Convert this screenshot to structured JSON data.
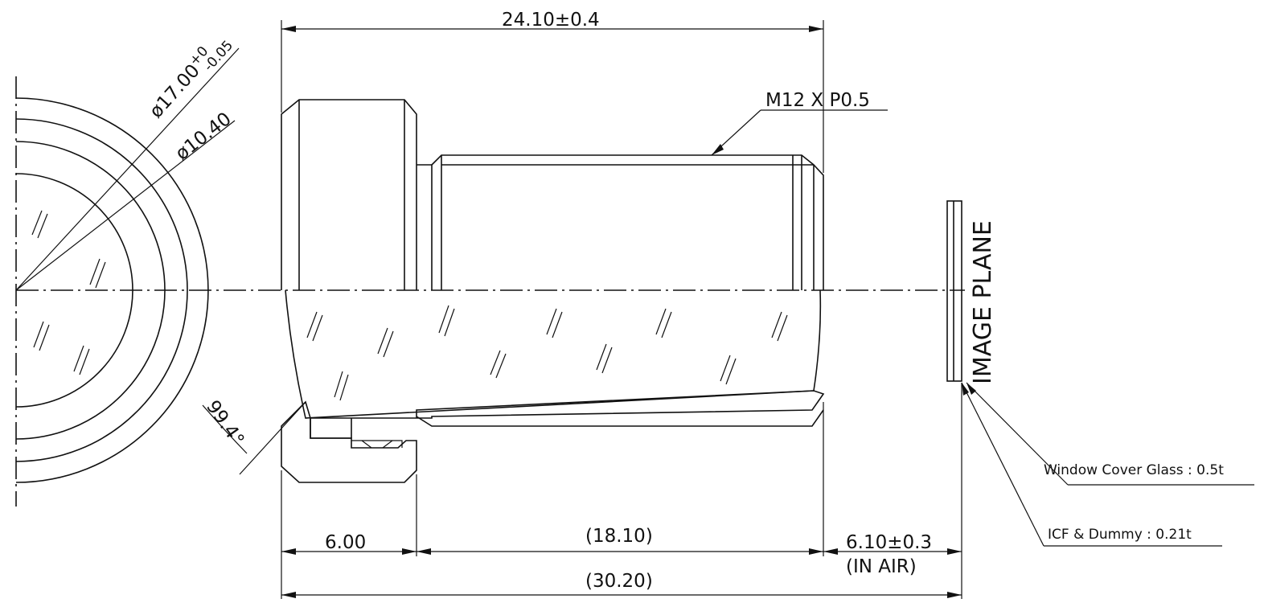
{
  "dimensions": {
    "total_length": "24.10±0.4",
    "outer_diameter": "ø17.00",
    "outer_diameter_tol_upper": "+0",
    "outer_diameter_tol_lower": "-0.05",
    "inner_diameter": "ø10.40",
    "thread": "M12 X P0.5",
    "fov_angle": "99.4°",
    "flange_length": "6.00",
    "barrel_length": "(18.10)",
    "back_focal": "6.10±0.3",
    "back_focal_note": "(IN AIR)",
    "overall_length": "(30.20)"
  },
  "labels": {
    "image_plane": "IMAGE PLANE",
    "window_cover_glass": "Window Cover Glass : 0.5t",
    "icf_dummy": "ICF & Dummy : 0.21t"
  }
}
